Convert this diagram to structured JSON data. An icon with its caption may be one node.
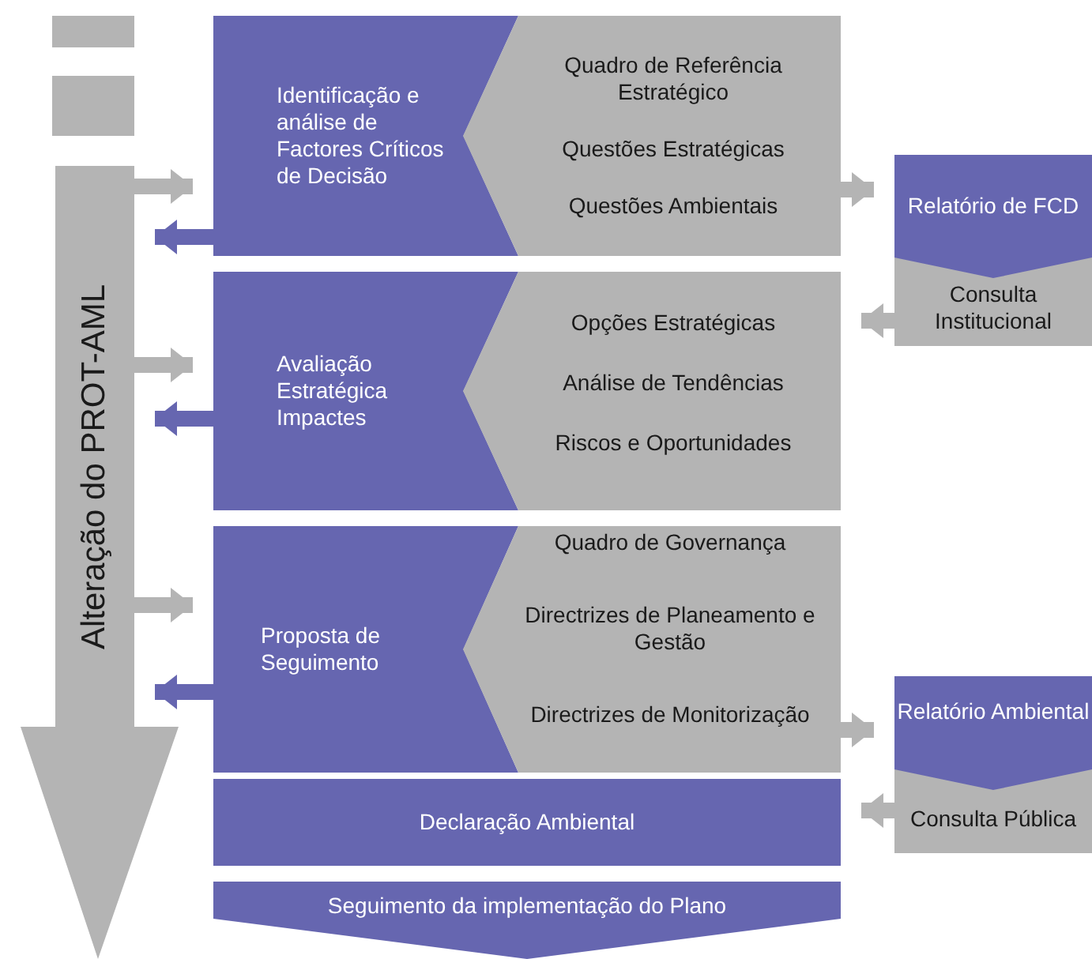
{
  "diagram": {
    "nodes": [
      {
        "text": [
          "Alteração do PROT-AML"
        ]
      },
      {
        "text": [
          "Identificação e análise de Factores Críticos de Decisão"
        ]
      },
      {
        "text": [
          "Quadro de Referência Estratégico",
          "Questões Estratégicas",
          "Questões Ambientais"
        ]
      },
      {
        "text": [
          "Avaliação Estratégica Impactes"
        ]
      },
      {
        "text": [
          "Opções Estratégicas",
          "Análise de Tendências",
          "Riscos e Oportunidades"
        ]
      },
      {
        "text": [
          "Proposta de Seguimento"
        ]
      },
      {
        "text": [
          "Quadro de Governança",
          "Directrizes de Planeamento e Gestão",
          "Directrizes de Monitorização"
        ]
      },
      {
        "text": [
          "Declaração Ambiental"
        ]
      },
      {
        "text": [
          "Seguimento da implementação do Plano"
        ]
      },
      {
        "text": [
          "Relatório de FCD"
        ]
      },
      {
        "text": [
          "Consulta Institucional"
        ]
      },
      {
        "text": [
          "Relatório Ambiental"
        ]
      },
      {
        "text": [
          "Consulta Pública"
        ]
      }
    ],
    "edges": [
      {
        "from": 0,
        "to": 1,
        "arrow": "to"
      },
      {
        "from": 1,
        "to": 0,
        "arrow": "to",
        "color": "#6666b0"
      },
      {
        "from": 0,
        "to": 3,
        "arrow": "to"
      },
      {
        "from": 3,
        "to": 0,
        "arrow": "to",
        "color": "#6666b0"
      },
      {
        "from": 0,
        "to": 5,
        "arrow": "to"
      },
      {
        "from": 5,
        "to": 0,
        "arrow": "to",
        "color": "#6666b0"
      },
      {
        "from": 2,
        "to": 9,
        "arrow": "to"
      },
      {
        "from": 10,
        "to": 4,
        "arrow": "to"
      },
      {
        "from": 6,
        "to": 11,
        "arrow": "to"
      },
      {
        "from": 12,
        "to": 7,
        "arrow": "to"
      }
    ]
  }
}
